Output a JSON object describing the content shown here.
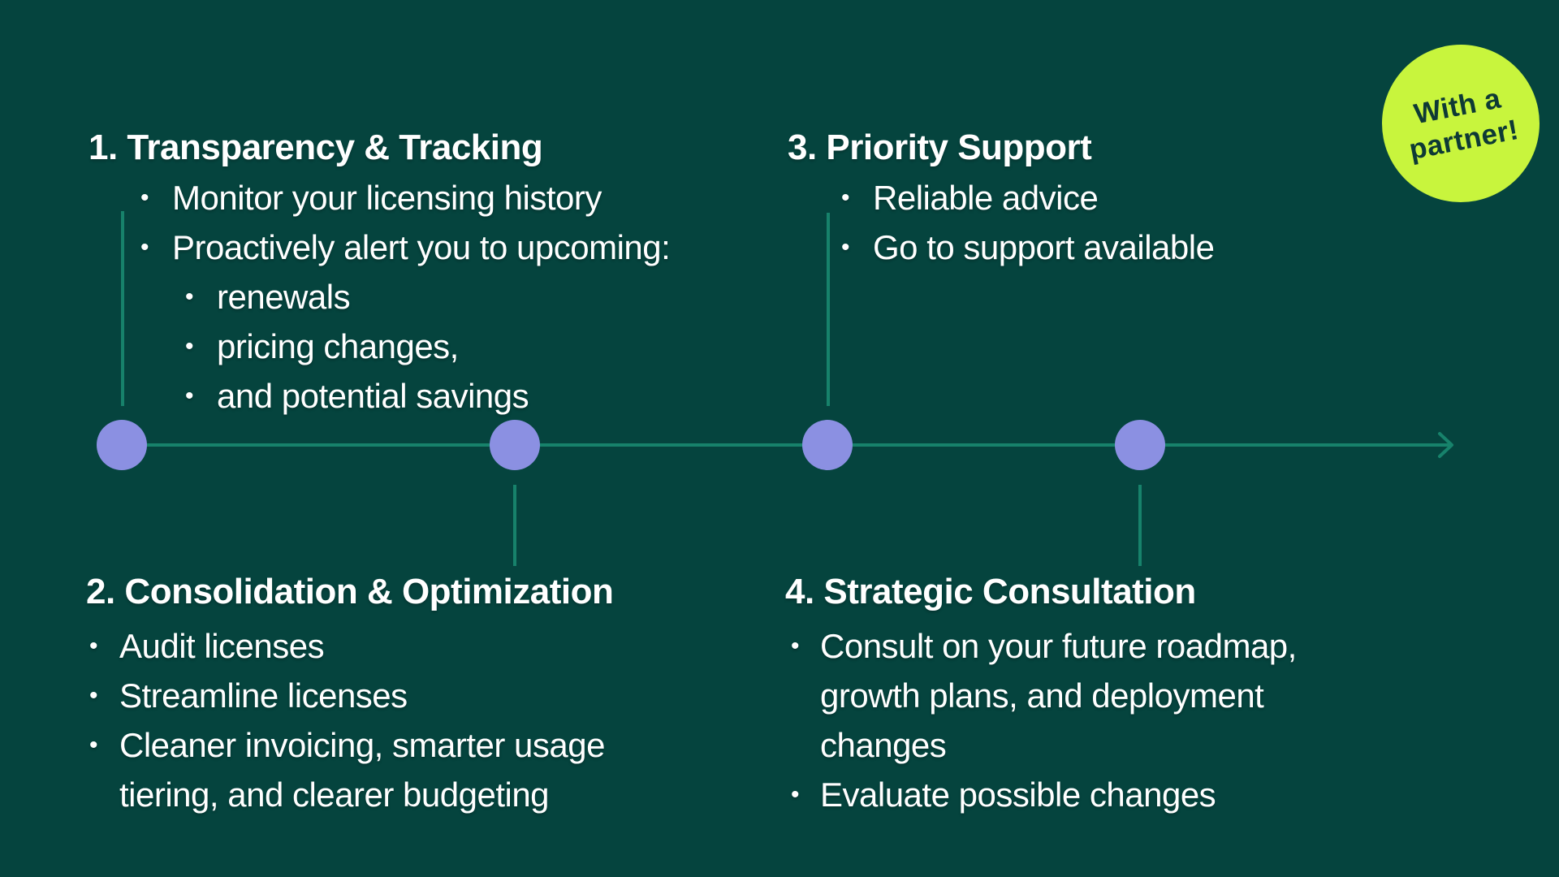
{
  "slide": {
    "background_color": "#05443E",
    "text_color": "#FFFFFF"
  },
  "badge": {
    "line1": "With a",
    "line2": "partner!",
    "background_color": "#C8F53D",
    "text_color": "#0E3A35"
  },
  "timeline": {
    "line_color": "#17826B",
    "dot_color": "#8B90E2",
    "dot_count": 4,
    "direction": "left-to-right",
    "arrow_icon": "arrow-right-icon"
  },
  "sections": [
    {
      "title": "1. Transparency & Tracking",
      "bullets": [
        {
          "level": 1,
          "text": "Monitor your licensing history"
        },
        {
          "level": 1,
          "text": "Proactively alert you to upcoming:"
        },
        {
          "level": 2,
          "text": "renewals"
        },
        {
          "level": 2,
          "text": "pricing changes,"
        },
        {
          "level": 2,
          "text": "and potential savings"
        }
      ]
    },
    {
      "title": "2. Consolidation & Optimization",
      "bullets": [
        {
          "level": 1,
          "text": "Audit licenses"
        },
        {
          "level": 1,
          "text": "Streamline licenses"
        },
        {
          "level": 1,
          "text": " Cleaner invoicing, smarter usage tiering, and clearer budgeting"
        }
      ]
    },
    {
      "title": "3. Priority Support",
      "bullets": [
        {
          "level": 1,
          "text": "Reliable advice"
        },
        {
          "level": 1,
          "text": "Go to support available"
        }
      ]
    },
    {
      "title": "4. Strategic Consultation",
      "bullets": [
        {
          "level": 1,
          "text": "Consult on your future roadmap, growth plans, and deployment changes"
        },
        {
          "level": 1,
          "text": "Evaluate possible changes"
        }
      ]
    }
  ]
}
